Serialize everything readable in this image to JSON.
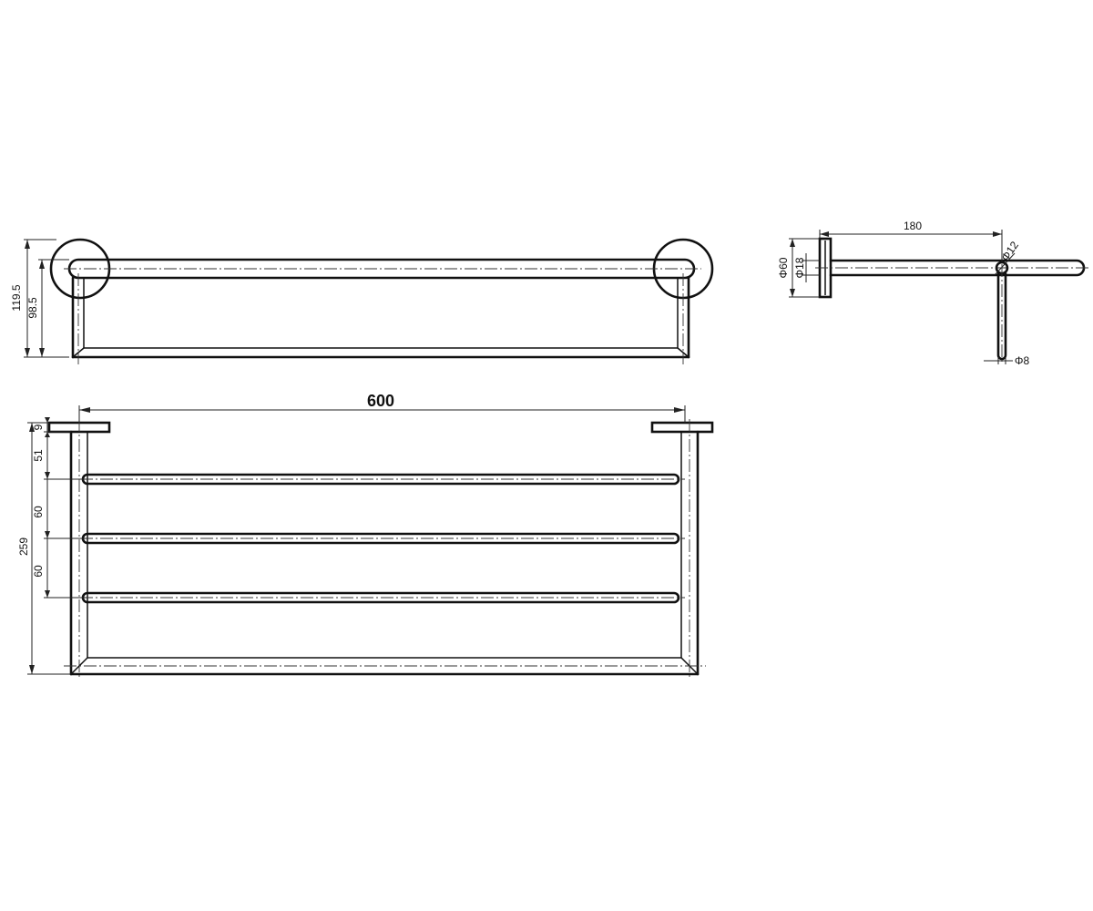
{
  "dimensions": {
    "total_width": "600",
    "front_height_outer": "119.5",
    "front_height_inner": "98.5",
    "plan_depth_total": "259",
    "plan_offset_top": "9",
    "plan_gap_first": "51",
    "plan_gap_second": "60",
    "plan_gap_third": "60",
    "side_depth": "180",
    "rosette_diameter": "Φ60",
    "mount_diameter": "Φ18",
    "bar_diameter": "Φ12",
    "rod_diameter": "Φ8"
  }
}
